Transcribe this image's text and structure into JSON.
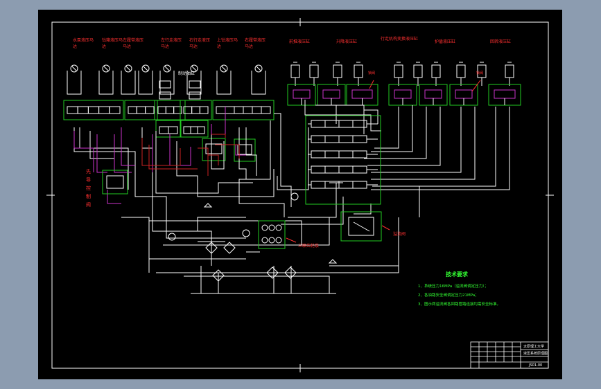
{
  "colors": {
    "background": "#8c9cb0",
    "sheet": "#000000",
    "line": "#ffffff",
    "label_red": "#ff3030",
    "note_green": "#33ff33",
    "group_green": "#22cc22",
    "pilot_magenta": "#cc33cc",
    "pressure_red": "#cc2222",
    "accent_yellow": "#e6e600"
  },
  "labels": {
    "top": [
      "水泵液压马达",
      "钻箱液压马达",
      "左履带液压马达",
      "左行走液压马达",
      "右行走液压马达",
      "上钻液压马达",
      "右履带液压马达",
      "前推液压缸",
      "升降液压缸",
      "行走机构变换液压缸",
      "护盾液压缸",
      "回转液压缸"
    ],
    "side_left": "先导控制阀",
    "mid_right": "三联齿轮泵",
    "far_right": "溢流阀",
    "brake": "制动油缸",
    "lock_left": "锁阀",
    "lock_right": "锁阀"
  },
  "notes": {
    "title": "技术要求",
    "items": [
      "1、系统压力16MPa（溢流阀调定压力）；",
      "2、各油路安全阀调定压力21MPa；",
      "3、图示两溢流阀各回路管路连接均需安全标准。"
    ]
  },
  "title_block": {
    "school": "太原理工大学",
    "drawing_name": "液压系统原理图",
    "drawing_no": "JS01-00"
  }
}
